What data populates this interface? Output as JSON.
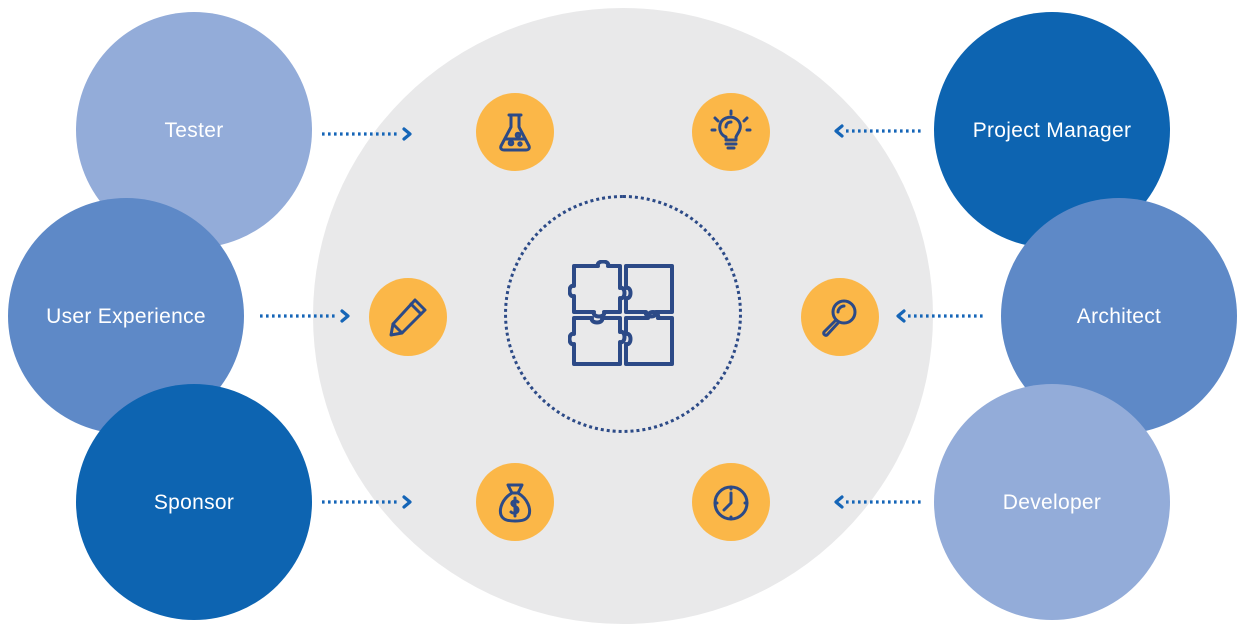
{
  "roles": {
    "tester": "Tester",
    "user_experience": "User Experience",
    "sponsor": "Sponsor",
    "project_manager": "Project Manager",
    "architect": "Architect",
    "developer": "Developer"
  },
  "icons": {
    "tester": "flask-icon",
    "project_manager": "lightbulb-icon",
    "user_experience": "pencil-icon",
    "architect": "magnifier-icon",
    "sponsor": "money-bag-icon",
    "developer": "clock-icon",
    "center": "puzzle-icon"
  },
  "colors": {
    "light_blue": "#93acd9",
    "mid_blue": "#5e89c7",
    "dark_blue": "#0d64b1",
    "badge_orange": "#fbb748",
    "icon_navy": "#2c4a87",
    "connector_blue": "#1565b7",
    "disc_gray": "#e9e9ea"
  }
}
